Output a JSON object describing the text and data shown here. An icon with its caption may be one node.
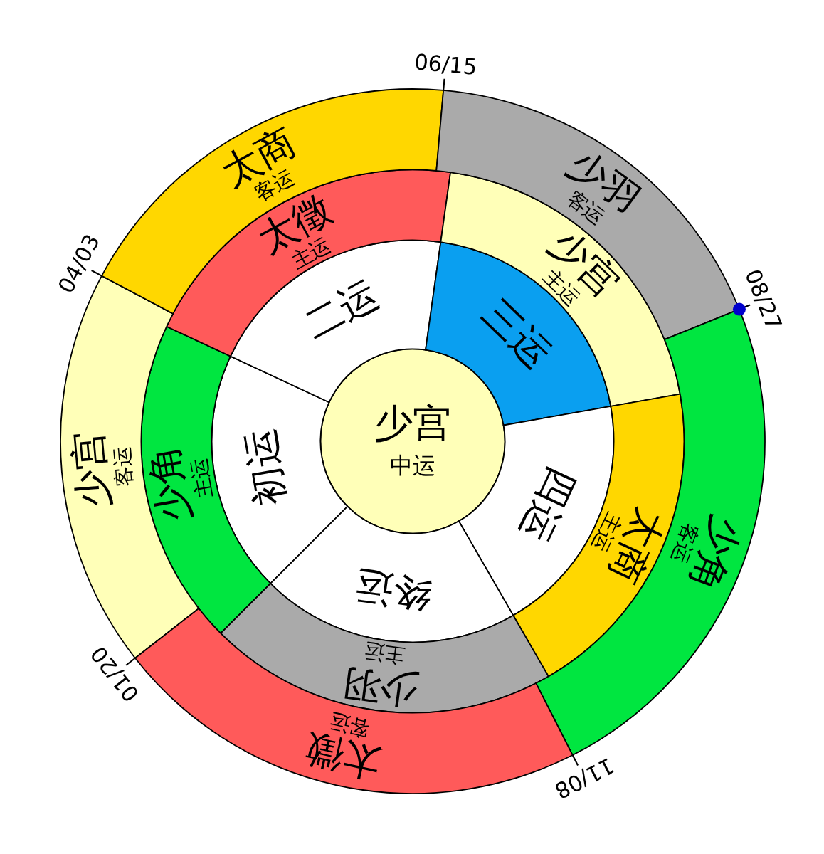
{
  "diagram": {
    "nodes": [
      {
        "text": [
          "少宫",
          "中运"
        ]
      },
      {
        "text": [
          "初运"
        ]
      },
      {
        "text": [
          "二运"
        ]
      },
      {
        "text": [
          "三运"
        ]
      },
      {
        "text": [
          "四运"
        ]
      },
      {
        "text": [
          "终运"
        ]
      },
      {
        "text": [
          "少角",
          "主运"
        ]
      },
      {
        "text": [
          "太徵",
          "主运"
        ]
      },
      {
        "text": [
          "少宫",
          "主运"
        ]
      },
      {
        "text": [
          "太商",
          "主运"
        ]
      },
      {
        "text": [
          "少羽",
          "主运"
        ]
      },
      {
        "text": [
          "少宫",
          "客运"
        ],
        "beside": [
          "01/20"
        ]
      },
      {
        "text": [
          "太商",
          "客运"
        ],
        "beside": [
          "04/03"
        ]
      },
      {
        "text": [
          "少羽",
          "客运"
        ],
        "beside": [
          "06/15"
        ]
      },
      {
        "text": [
          "少角",
          "客运"
        ],
        "beside": [
          "08/27"
        ]
      },
      {
        "text": [
          "太徵",
          "客运"
        ],
        "beside": [
          "11/08"
        ]
      }
    ],
    "edges": []
  }
}
